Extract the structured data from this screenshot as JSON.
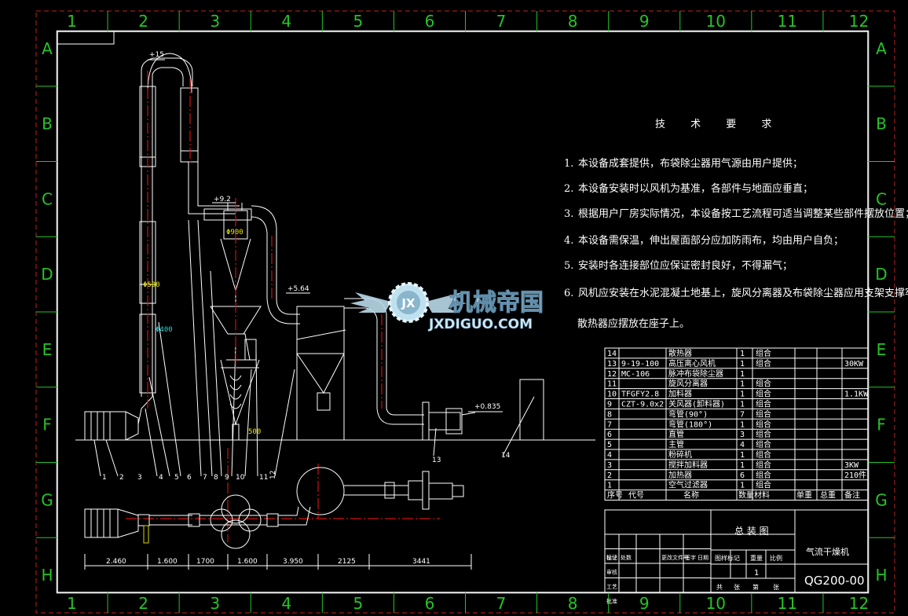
{
  "frame": {
    "columns": [
      "1",
      "2",
      "3",
      "4",
      "5",
      "6",
      "7",
      "8",
      "9",
      "10",
      "11",
      "12"
    ],
    "rows": [
      "A",
      "B",
      "C",
      "D",
      "E",
      "F",
      "G",
      "H"
    ]
  },
  "drawing": {
    "elevations": [
      "+15",
      "+9.2",
      "+5.64",
      "+0.835"
    ],
    "pipe_labels": [
      "Φ500",
      "Φ400",
      "Φ900",
      "500"
    ],
    "leaders": [
      "1",
      "2",
      "3",
      "4",
      "5",
      "6",
      "7",
      "8",
      "9",
      "10",
      "11",
      "12",
      "13",
      "14"
    ],
    "plan_dims": [
      "2.460",
      "1.600",
      "1700",
      "1.600",
      "3.950",
      "2125",
      "3441"
    ]
  },
  "notes": {
    "title": "技 术 要 求",
    "items": [
      {
        "num": "1.",
        "text": "本设备成套提供，布袋除尘器用气源由用户提供；"
      },
      {
        "num": "2.",
        "text": "本设备安装时以风机为基准，各部件与地面应垂直；"
      },
      {
        "num": "3.",
        "text": "根据用户厂房实际情况，本设备按工艺流程可适当调整某些部件摆放位置；"
      },
      {
        "num": "4.",
        "text": "本设备需保温，伸出屋面部分应加防雨布，均由用户自负；"
      },
      {
        "num": "5.",
        "text": "安装时各连接部位应保证密封良好，不得漏气；"
      },
      {
        "num": "6.",
        "text": "风机应安装在水泥混凝土地基上，旋风分离器及布袋除尘器应用支架支撑牢固，"
      }
    ],
    "last_line": "散热器应摆放在座子上。"
  },
  "watermark": {
    "text": "机械帝国",
    "url": "JXDIGUO.COM",
    "logo": "JX"
  },
  "bom": {
    "rows": [
      {
        "no": "14",
        "code": "",
        "name": "散热器",
        "qty": "1",
        "mat": "组合",
        "note": ""
      },
      {
        "no": "13",
        "code": "9-19-100",
        "name": "高压离心风机",
        "qty": "1",
        "mat": "组合",
        "note": "30KW"
      },
      {
        "no": "12",
        "code": "MC-106",
        "name": "脉冲布袋除尘器",
        "qty": "1",
        "mat": "",
        "note": ""
      },
      {
        "no": "11",
        "code": "",
        "name": "旋风分离器",
        "qty": "1",
        "mat": "组合",
        "note": ""
      },
      {
        "no": "10",
        "code": "TFGFY2.8",
        "name": "加料器",
        "qty": "1",
        "mat": "组合",
        "note": "1.1KW"
      },
      {
        "no": "9",
        "code": "CZT-9.0x2",
        "name": "关风器(卸料器)",
        "qty": "1",
        "mat": "组合",
        "note": ""
      },
      {
        "no": "8",
        "code": "",
        "name": "弯管(90°)",
        "qty": "7",
        "mat": "组合",
        "note": ""
      },
      {
        "no": "7",
        "code": "",
        "name": "弯管(180°)",
        "qty": "1",
        "mat": "组合",
        "note": ""
      },
      {
        "no": "6",
        "code": "",
        "name": "直管",
        "qty": "3",
        "mat": "组合",
        "note": ""
      },
      {
        "no": "5",
        "code": "",
        "name": "主管",
        "qty": "4",
        "mat": "组合",
        "note": ""
      },
      {
        "no": "4",
        "code": "",
        "name": "粉碎机",
        "qty": "1",
        "mat": "组合",
        "note": ""
      },
      {
        "no": "3",
        "code": "",
        "name": "搅拌加料器",
        "qty": "1",
        "mat": "组合",
        "note": "3KW"
      },
      {
        "no": "2",
        "code": "",
        "name": "加热器",
        "qty": "6",
        "mat": "组合",
        "note": "210件"
      },
      {
        "no": "1",
        "code": "",
        "name": "空气过滤器",
        "qty": "1",
        "mat": "组合",
        "note": ""
      }
    ],
    "headers": [
      "序号",
      "代号",
      "名称",
      "数量",
      "材料",
      "单重",
      "总重",
      "备注"
    ]
  },
  "titleblock": {
    "drawing_title": "总 装 图",
    "product_name": "气流干燥机",
    "drawing_no": "QG200-00",
    "scale_labels": [
      "图样标记",
      "重量",
      "比例"
    ],
    "sheet": "1",
    "bottom_labels": [
      "共",
      "张",
      "第",
      "张"
    ],
    "revision_labels": [
      "标记",
      "处数",
      "更改文件号",
      "签字",
      "日期"
    ],
    "role_labels": [
      "设计",
      "审核",
      "工艺",
      "批准"
    ]
  },
  "colors": {
    "background": "#000000",
    "frame": "#ffffff",
    "grid": "#25c425",
    "centerline": "#d01010",
    "yellow": "#e8e800",
    "cyan": "#30d0d0"
  }
}
